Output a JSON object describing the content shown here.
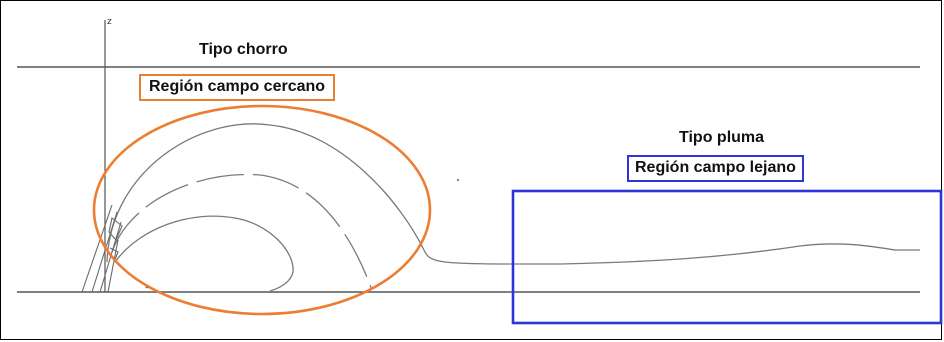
{
  "labels": {
    "jet_type": "Tipo chorro",
    "near_field": "Región campo cercano",
    "plume_type": "Tipo pluma",
    "far_field": "Región campo lejano",
    "axis_mark": "z"
  },
  "colors": {
    "near_field_highlight": "#ED7D31",
    "far_field_highlight": "#2E35D6",
    "sketch_lines": "#7a7a7a",
    "boundaries": "#555555"
  }
}
